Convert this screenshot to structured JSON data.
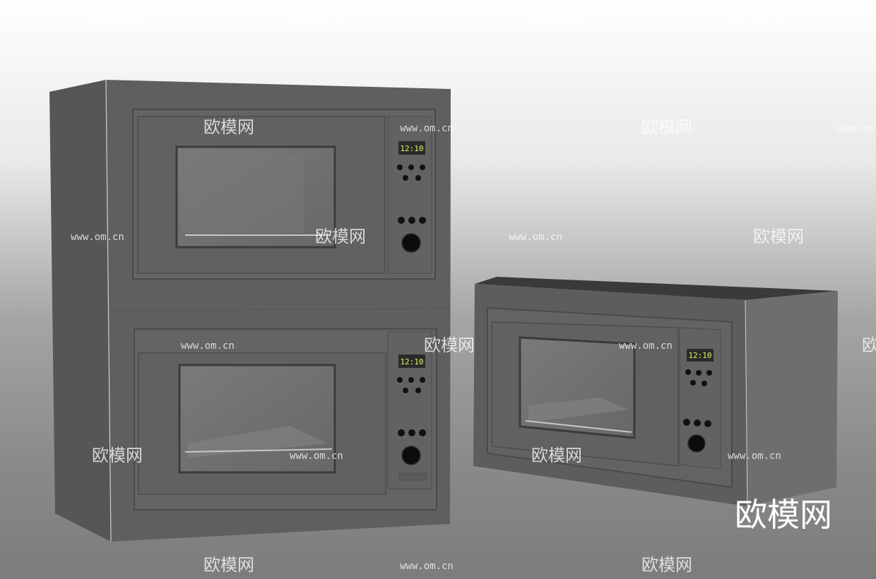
{
  "image": {
    "subject": "built-in microwave ovens",
    "colors": {
      "background_top": "#ffffff",
      "background_bottom": "#7a7a7a",
      "cabinet": "#5e5e5e",
      "cabinet_side": "#555555",
      "panel": "#636363",
      "window_glass": "#6f6f6f",
      "display": "#e8f060",
      "knob": "#0c0c0c"
    }
  },
  "stacked_unit": {
    "top_oven": {
      "display_time": "12:10"
    },
    "bottom_oven": {
      "display_time": "12:10"
    }
  },
  "single_unit": {
    "display_time": "12:10"
  },
  "watermarks": {
    "brand": "欧模网",
    "url": "www.om.cn",
    "corner_brand": "欧模网"
  }
}
